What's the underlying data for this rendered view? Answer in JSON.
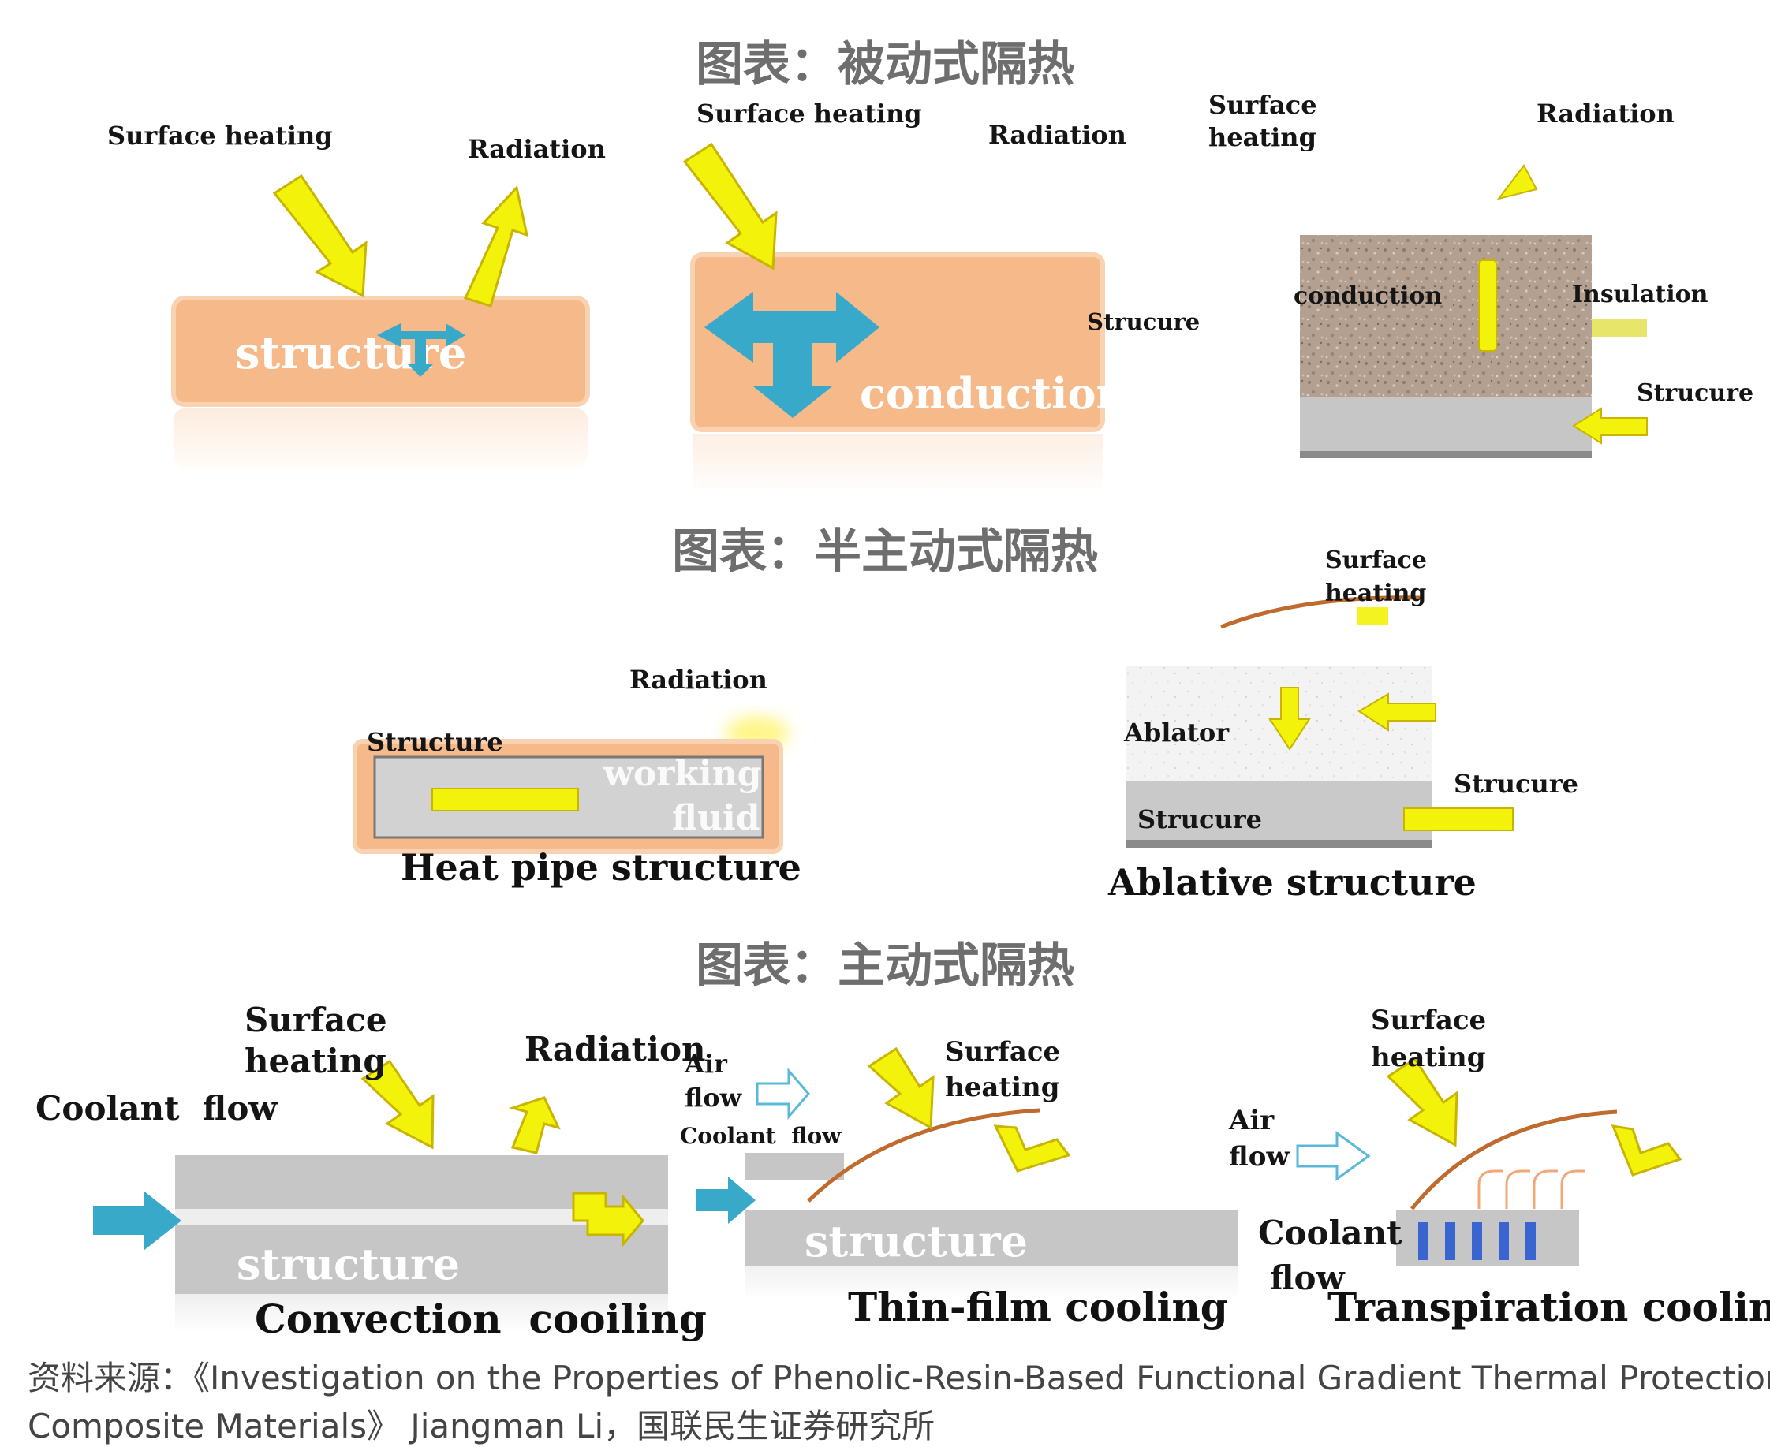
{
  "titles": {
    "passive": "图表：被动式隔热",
    "semi_active": "图表：半主动式隔热",
    "active": "图表：主动式隔热"
  },
  "passive": {
    "p1": {
      "surface_heating": "Surface heating",
      "radiation": "Radiation",
      "structure": "structure"
    },
    "p2": {
      "surface_heating": "Surface heating",
      "radiation": "Radiation",
      "structure": "Strucure",
      "conduction": "conduction"
    },
    "p3": {
      "surface_heating_1": "Surface",
      "surface_heating_2": "heating",
      "radiation": "Radiation",
      "conduction": "conduction",
      "insulation": "Insulation",
      "structure": "Strucure"
    }
  },
  "semi_active": {
    "heat_pipe": {
      "radiation": "Radiation",
      "structure": "Structure",
      "working": "working",
      "fluid": "fluid",
      "caption": "Heat pipe structure"
    },
    "ablative": {
      "surface_heating_1": "Surface",
      "surface_heating_2": "heating",
      "ablator": "Ablator",
      "structure_inner": "Strucure",
      "structure_outer": "Strucure",
      "caption": "Ablative structure"
    }
  },
  "active": {
    "convection": {
      "surface_heating_1": "Surface",
      "surface_heating_2": "heating",
      "radiation": "Radiation",
      "coolant_flow": "Coolant  flow",
      "structure": "structure",
      "caption": "Convection  cooiling"
    },
    "thin_film": {
      "air_1": "Air",
      "air_2": "flow",
      "coolant_flow": "Coolant  flow",
      "surface_heating_1": "Surface",
      "surface_heating_2": "heating",
      "structure": "structure",
      "caption": "Thin-film cooling"
    },
    "transpiration": {
      "surface_heating_1": "Surface",
      "surface_heating_2": "heating",
      "air_1": "Air",
      "air_2": "flow",
      "coolant_1": "Coolant",
      "coolant_2": "flow",
      "caption": "Transpiration cooling"
    }
  },
  "source": {
    "line1": "资料来源：《Investigation on the Properties of Phenolic-Resin-Based Functional Gradient Thermal Protection",
    "line2": "Composite Materials》 Jiangman Li，国联民生证券研究所"
  },
  "colors": {
    "title": "#6e6e6e",
    "arrow_yellow": "#f2f20a",
    "structure_orange": "#f5b98a",
    "conduction_blue": "#39a9c9",
    "plate_gray": "#c6c6c6",
    "film_brown": "#c06a2e",
    "pore_blue": "#3a64d0"
  }
}
